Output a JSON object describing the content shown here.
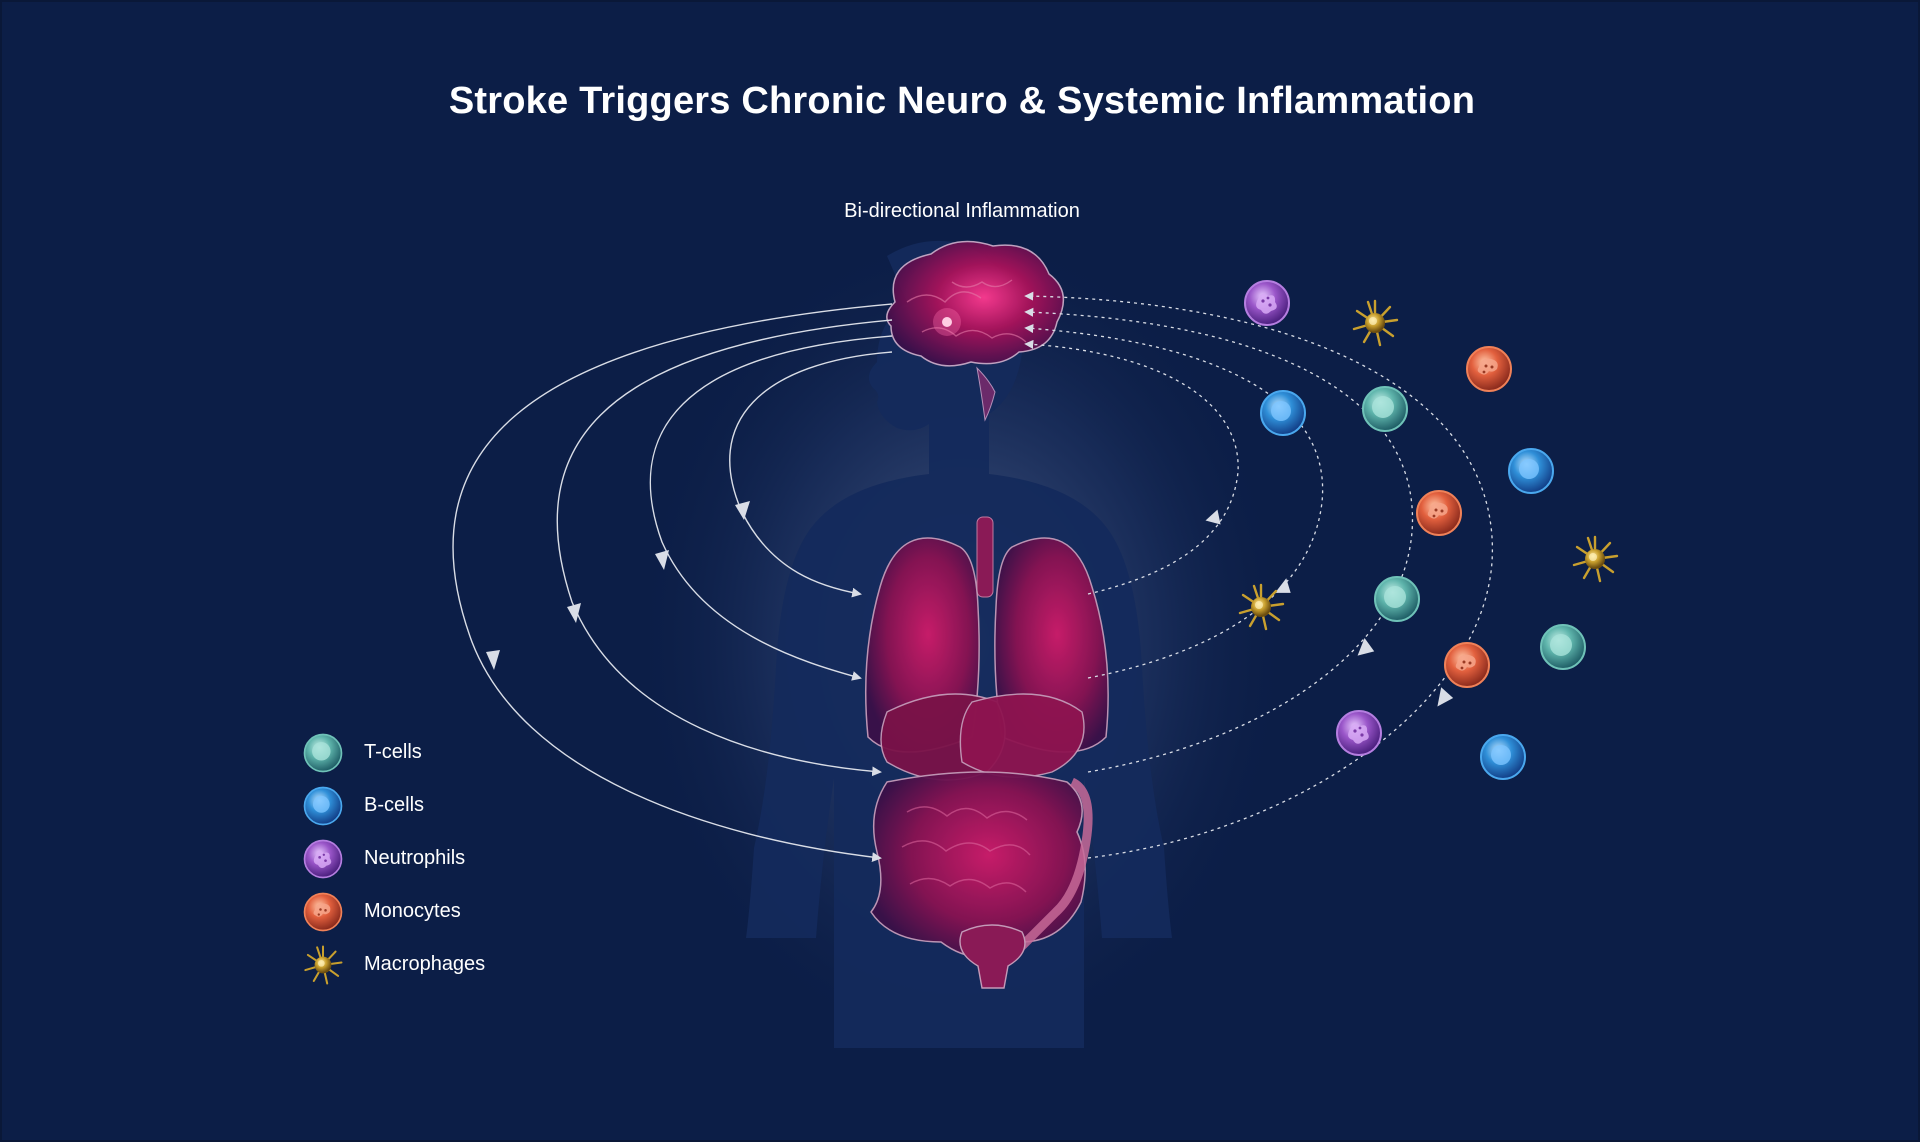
{
  "title": "Stroke Triggers Chronic Neuro & Systemic Inflammation",
  "subtitle": "Bi-directional Inflammation",
  "legend": [
    {
      "label": "T-cells",
      "cell": "tcell"
    },
    {
      "label": "B-cells",
      "cell": "bcell"
    },
    {
      "label": "Neutrophils",
      "cell": "neutrophil"
    },
    {
      "label": "Monocytes",
      "cell": "monocyte"
    },
    {
      "label": "Macrophages",
      "cell": "macrophage"
    }
  ],
  "colors": {
    "background": "#0c1e47",
    "tcell": "#4fa8a0",
    "bcell": "#2f8fd8",
    "neutrophil": "#9a56c9",
    "monocyte": "#e2603e",
    "macrophage": "#c9a02e",
    "organ": "#a0104f"
  }
}
